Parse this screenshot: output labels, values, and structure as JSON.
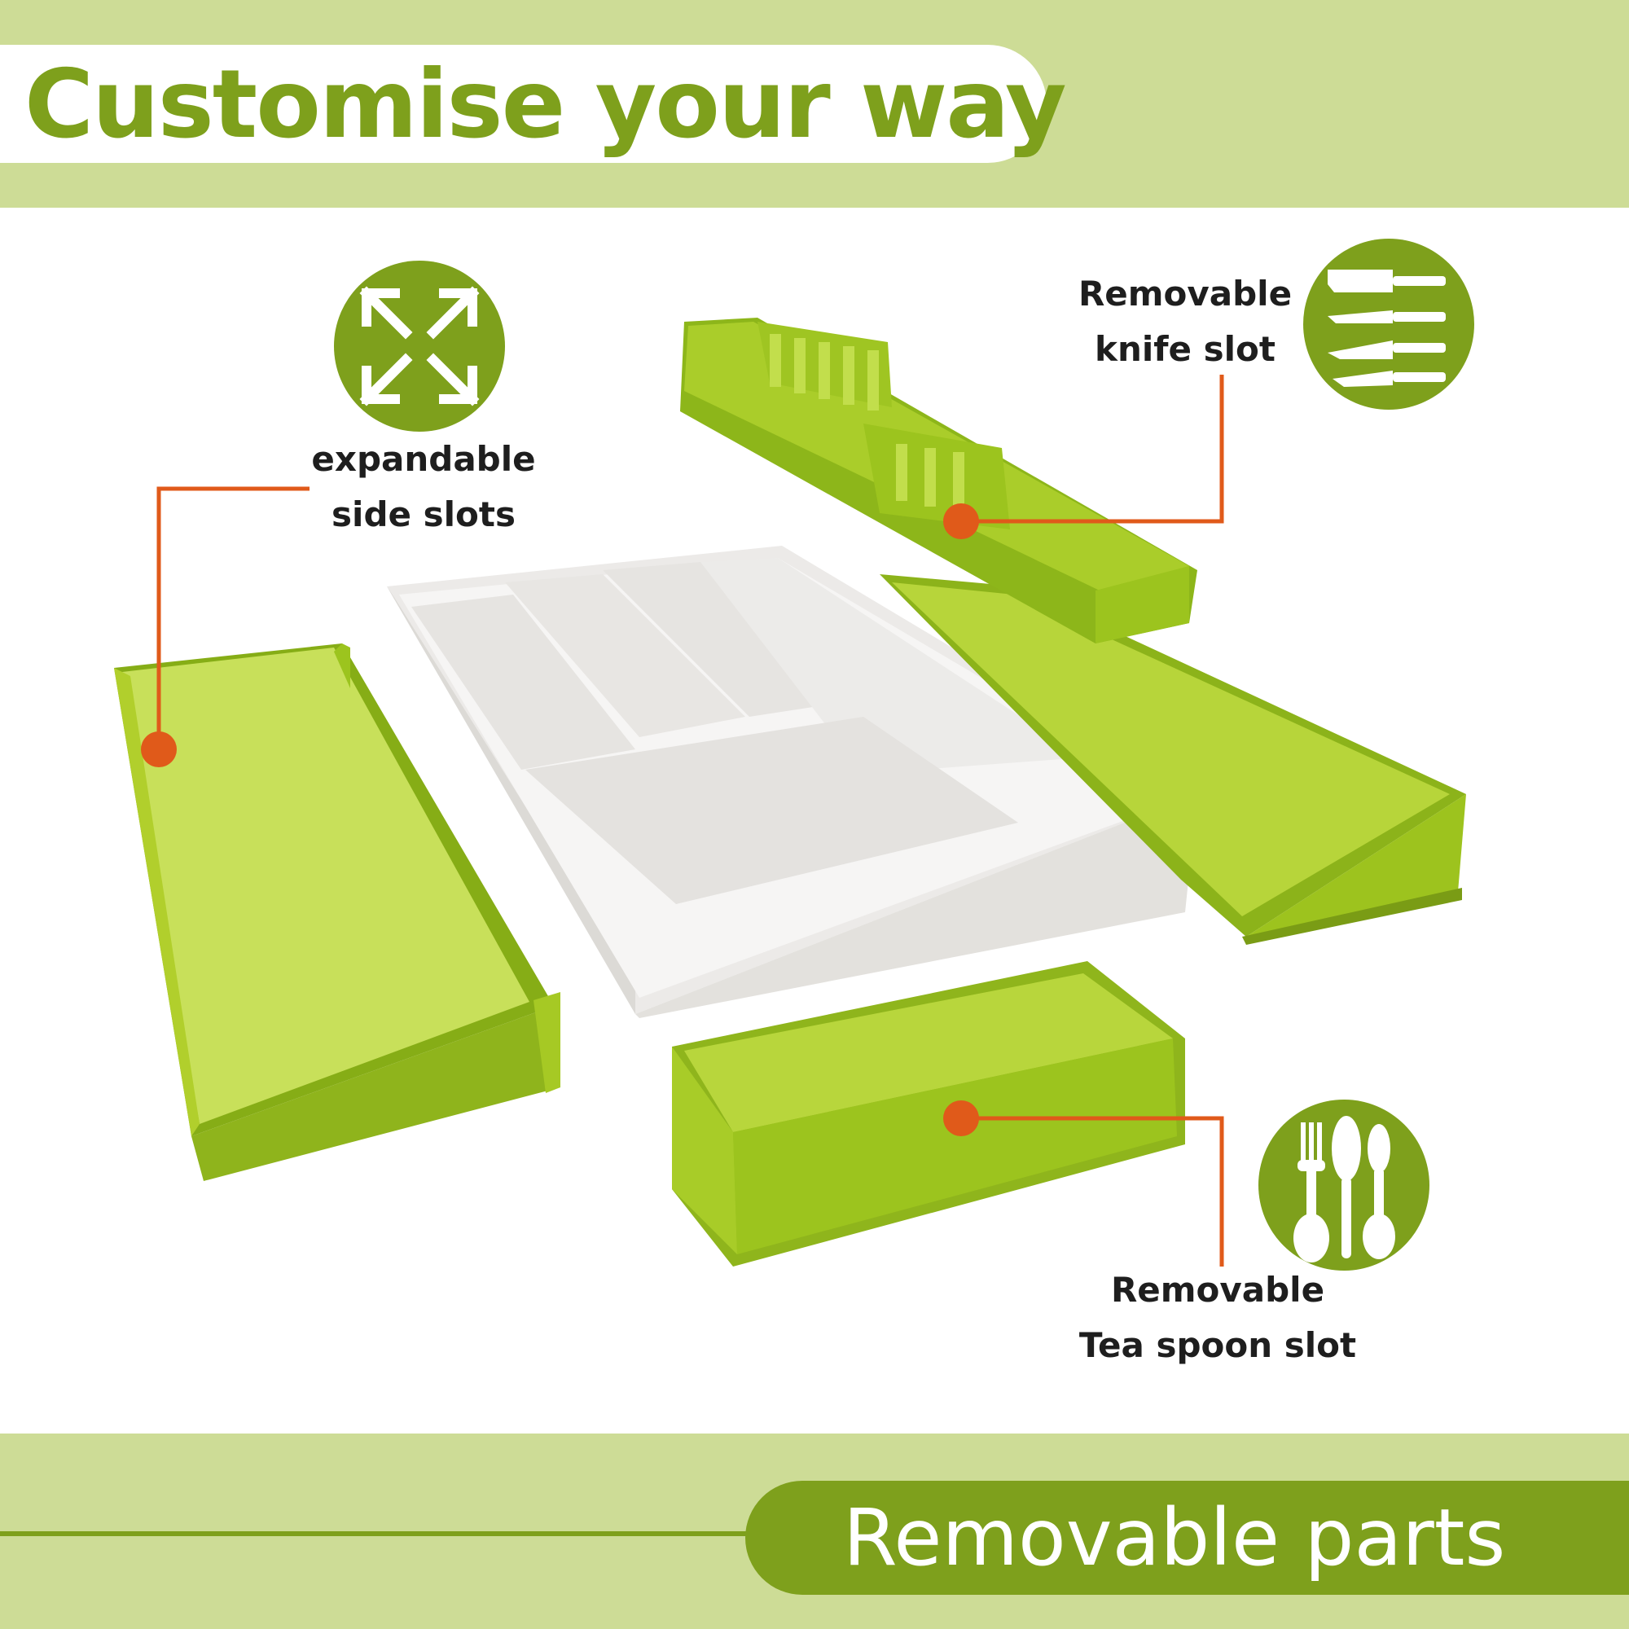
{
  "header": {
    "title": "Customise your way"
  },
  "footer": {
    "label": "Removable parts"
  },
  "callouts": {
    "expandable": {
      "line1": "expandable",
      "line2": "side slots",
      "icon": "expand-arrows-icon"
    },
    "knife": {
      "line1": "Removable",
      "line2": "knife slot",
      "icon": "knives-icon"
    },
    "teaspoon": {
      "line1": "Removable",
      "line2": "Tea spoon slot",
      "icon": "cutlery-icon"
    }
  },
  "colors": {
    "band": "#cddc96",
    "brand_green": "#7ea01c",
    "product_green": "#9cc41e",
    "callout_line": "#e05a1a"
  }
}
